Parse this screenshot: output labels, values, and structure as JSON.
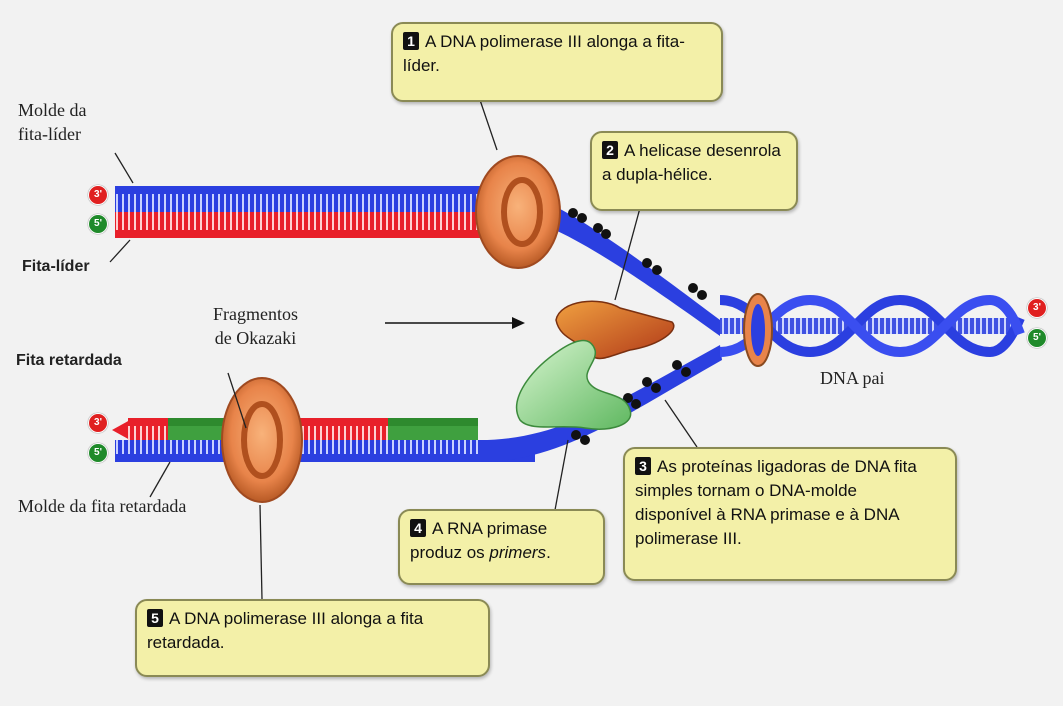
{
  "callouts": [
    {
      "number": "1",
      "text_line1": "A DNA polimerase III alonga a fita-",
      "text_line2": "líder."
    },
    {
      "number": "2",
      "text_line1": "A helicase desenrola",
      "text_line2": "a dupla-hélice."
    },
    {
      "number": "3",
      "text_line1": "As proteínas ligadoras de DNA fita",
      "text_line2": "simples tornam o DNA-molde",
      "text_line3": "disponível à RNA primase e à DNA",
      "text_line4": "polimerase III."
    },
    {
      "number": "4",
      "text_line1": "A RNA primase",
      "text_line2": "produz os ",
      "text_emph": "primers",
      "text_end": "."
    },
    {
      "number": "5",
      "text_line1": "A DNA polimerase III alonga a fita",
      "text_line2": "retardada."
    }
  ],
  "labels": {
    "molde_lider_1": "Molde da",
    "molde_lider_2": "fita-líder",
    "fita_lider": "Fita-líder",
    "fragmentos_1": "Fragmentos",
    "fragmentos_2": "de Okazaki",
    "fita_retardada": "Fita retardada",
    "molde_retardada": "Molde da fita retardada",
    "dna_pai": "DNA pai"
  },
  "ends": {
    "three_prime": "3'",
    "five_prime": "5'"
  },
  "colors": {
    "template_strand": "#2b3fe0",
    "leading_strand": "#e8202a",
    "okazaki_green": "#2e8a2e",
    "polymerase": "#e8844a",
    "helicase": "#c85a20",
    "primase": "#8fd890",
    "callout_bg": "#f3f0a8"
  }
}
